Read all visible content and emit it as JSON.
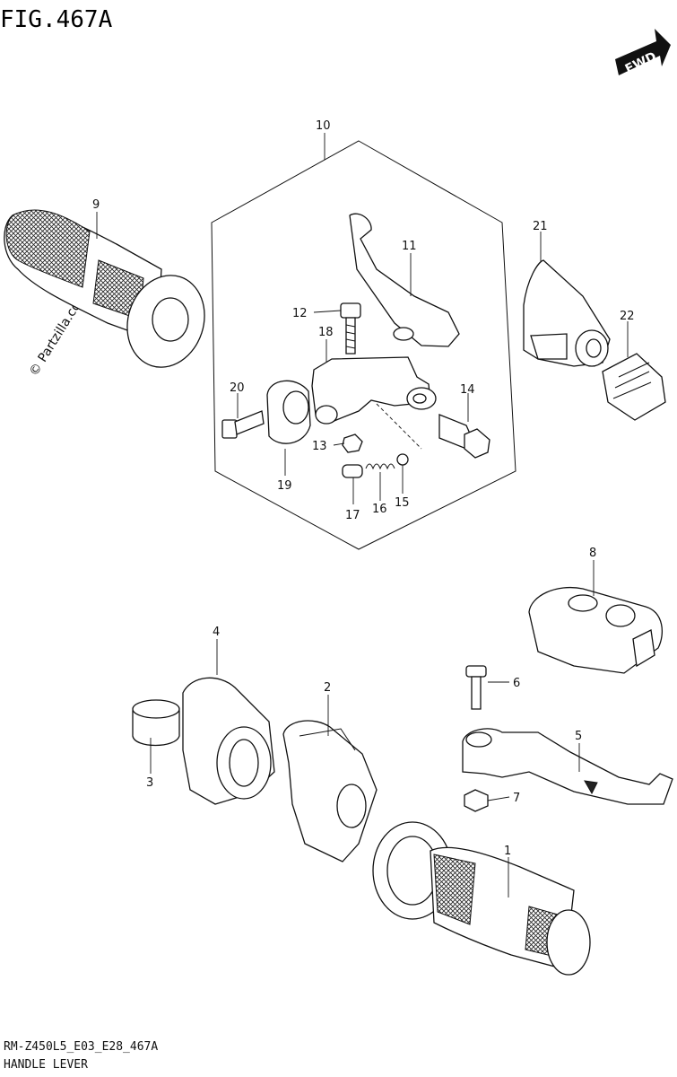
{
  "figure": {
    "title": "FIG.467A",
    "fwd_label": "FWD",
    "watermark": "© Partzilla.com",
    "footer_code": "RM-Z450L5_E03_E28_467A",
    "footer_name": "HANDLE LEVER"
  },
  "callouts": [
    "1",
    "2",
    "3",
    "4",
    "5",
    "6",
    "7",
    "8",
    "9",
    "10",
    "11",
    "12",
    "13",
    "14",
    "15",
    "16",
    "17",
    "18",
    "19",
    "20",
    "21",
    "22"
  ],
  "colors": {
    "line": "#111111",
    "background": "#ffffff"
  }
}
